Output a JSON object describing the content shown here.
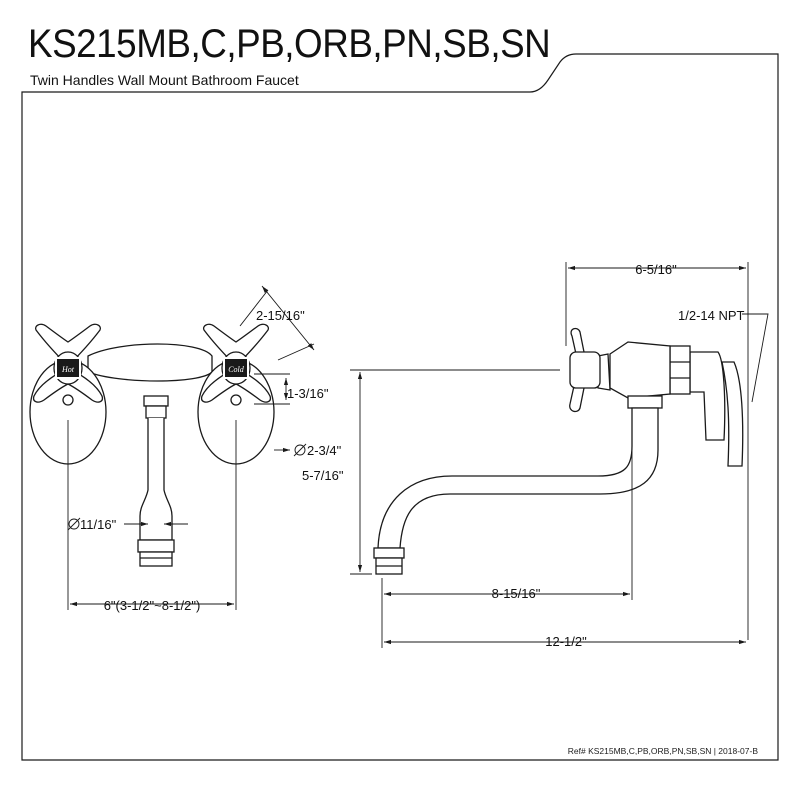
{
  "header": {
    "title": "KS215MB,C,PB,ORB,PN,SB,SN",
    "subtitle": "Twin Handles Wall Mount Bathroom Faucet"
  },
  "front_view": {
    "handle_labels": {
      "hot": "Hot",
      "cold": "Cold"
    },
    "dimensions": {
      "handle_width": "2-15/16\"",
      "handle_height": "1-3/16\"",
      "flange_diameter": "2-3/4\"",
      "spout_diameter": "11/16\"",
      "center_spread": "6\"(3-1/2\"~8-1/2\")"
    }
  },
  "side_view": {
    "dimensions": {
      "handle_to_wall": "6-5/16\"",
      "thread": "1/2-14 NPT",
      "height": "5-7/16\"",
      "spout_reach": "8-15/16\"",
      "overall_depth": "12-1/2\""
    }
  },
  "footer": {
    "reference": "Ref# KS215MB,C,PB,ORB,PN,SB,SN | 2018-07-B"
  },
  "colors": {
    "line": "#1a1a1a",
    "background": "#ffffff"
  }
}
